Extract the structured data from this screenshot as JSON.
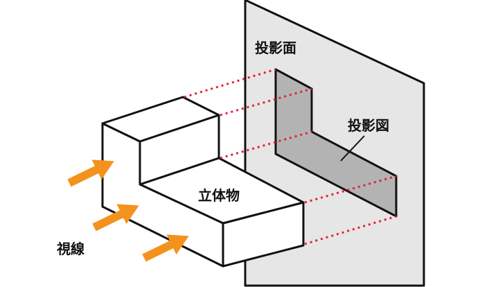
{
  "labels": {
    "plane": "投影面",
    "projection": "投影図",
    "solid": "立体物",
    "sight": "視線"
  },
  "colors": {
    "plane_fill": "#e6e6e6",
    "projection_fill": "#b3b3b3",
    "outline": "#111111",
    "projector": "#e8203a",
    "arrow": "#f4921e",
    "solid_fill": "#ffffff"
  },
  "arrows": {
    "count": 3,
    "icon": "arrow-right-icon"
  },
  "projectors": {
    "count": 5,
    "style": "dotted"
  }
}
